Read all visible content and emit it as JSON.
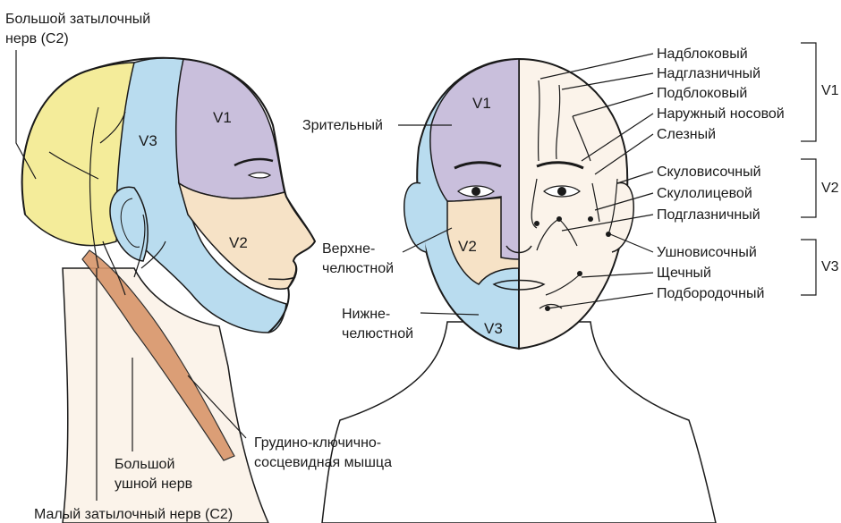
{
  "colors": {
    "v1": "#c9bfdc",
    "v2": "#f6e2c6",
    "v3": "#b9dcef",
    "occipital": "#f4ec9a",
    "muscle": "#d8956a",
    "skin": "#fbf3ea",
    "line": "#1a1a1a"
  },
  "zones": {
    "lateral": {
      "v1": "V1",
      "v2": "V2",
      "v3": "V3"
    },
    "frontal": {
      "v1": "V1",
      "v2": "V2",
      "v3": "V3"
    }
  },
  "left_labels": {
    "greater_occipital_line1": "Большой затылочный",
    "greater_occipital_line2": "нерв (C2)",
    "great_auricular_line1": "Большой",
    "great_auricular_line2": "ушной нерв",
    "lesser_occipital": "Малый затылочный нерв (C2)",
    "scm_line1": "Грудино-ключично-",
    "scm_line2": "сосцевидная мышца"
  },
  "frontal_left_labels": {
    "ophthalmic": "Зрительный",
    "maxillary_line1": "Верхне-",
    "maxillary_line2": "челюстной",
    "mandibular_line1": "Нижне-",
    "mandibular_line2": "челюстной"
  },
  "right_labels": [
    "Надблоковый",
    "Надглазничный",
    "Подблоковый",
    "Наружный носовой",
    "Слезный",
    "Скуловисочный",
    "Скулолицевой",
    "Подглазничный",
    "Ушновисочный",
    "Щечный",
    "Подбородочный"
  ],
  "groups": {
    "g1": "V1",
    "g2": "V2",
    "g3": "V3"
  }
}
